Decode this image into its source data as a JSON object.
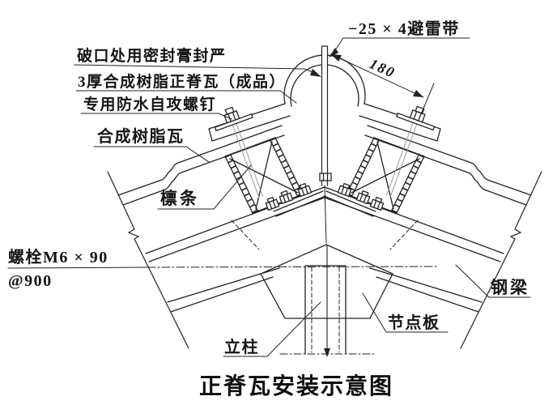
{
  "title": "正脊瓦安装示意图",
  "labels": {
    "seal_note": "破口处用密封膏封严",
    "ridge_tile_note": "3厚合成树脂正脊瓦（成品）",
    "screw_note": "专用防水自攻螺钉",
    "resin_tile": "合成树脂瓦",
    "purlin": "檩条",
    "bolt_spec": "螺栓M6 × 90",
    "bolt_spacing": "@900",
    "lightning_strip": "−25 × 4避雷带",
    "steel_beam": "钢梁",
    "gusset_plate": "节点板",
    "column": "立柱"
  },
  "dimensions": {
    "ridge_offset": "180"
  },
  "colors": {
    "background": "#ffffff",
    "line": "#222222",
    "text": "#151515"
  }
}
